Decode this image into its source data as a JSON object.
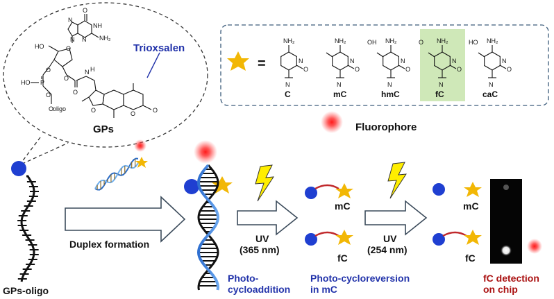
{
  "bubble": {
    "trioxsalen_label": "Trioxsalen",
    "gps_label": "GPs",
    "atoms": {
      "ho_top": "HO",
      "o_ring": "O",
      "o_phos1": "O",
      "ho_phos": "HO",
      "p": "P",
      "o_phos2": "O",
      "o_oligo": "O",
      "oligo": "oligo",
      "o_ester": "O",
      "o_carb": "O",
      "nh_carb": "N",
      "h_carb": "H",
      "o_carbonyl_g": "O",
      "nh_g": "NH",
      "n_g1": "N",
      "n_g2": "N",
      "n_g3": "N",
      "nh2_g": "NH₂",
      "o_fur": "O",
      "o_pyr": "O",
      "o_keto": "O"
    }
  },
  "legend": {
    "equals": "=",
    "bases": [
      {
        "name": "C",
        "substituent": "",
        "highlight": false
      },
      {
        "name": "mC",
        "substituent": "",
        "highlight": false
      },
      {
        "name": "hmC",
        "substituent": "OH",
        "highlight": false
      },
      {
        "name": "fC",
        "substituent": "O",
        "highlight": true
      },
      {
        "name": "caC",
        "substituent": "HO",
        "highlight": false
      }
    ],
    "atom_nh2": "NH₂",
    "atom_n": "N",
    "atom_o": "O"
  },
  "fluorophore_label": "Fluorophore",
  "workflow": {
    "gps_oligo_label": "GPs-oligo",
    "duplex_label": "Duplex formation",
    "photocyclo_label_1": "Photo-",
    "photocyclo_label_2": "cycloaddition",
    "uv1_label_1": "UV",
    "uv1_label_2": "(365 nm)",
    "mc_top_1": "mC",
    "fc_bottom_1": "fC",
    "photorev_label_1": "Photo-cycloreversion",
    "photorev_label_2": "in mC",
    "uv2_label_1": "UV",
    "uv2_label_2": "(254 nm)",
    "mc_top_2": "mC",
    "fc_bottom_2": "fC",
    "detect_label_1": "fC detection",
    "detect_label_2": "on chip"
  },
  "colors": {
    "blue_text": "#2233aa",
    "red_text": "#aa1111",
    "star": "#f2b705",
    "bead": "#1f3fd1",
    "linker": "#c0282b",
    "highlight": "#cfe8b8",
    "bolt": "#ffee00"
  },
  "icons": [
    "star-icon",
    "lightning-icon",
    "fluorophore-glow-icon",
    "bead-icon",
    "arrow-icon"
  ]
}
